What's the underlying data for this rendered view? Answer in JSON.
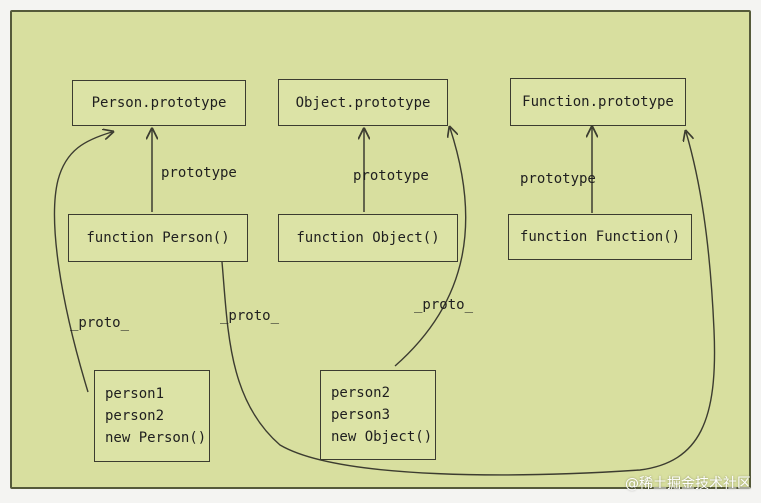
{
  "boxes": {
    "person_prototype": "Person.prototype",
    "object_prototype": "Object.prototype",
    "function_prototype": "Function.prototype",
    "function_person": "function Person()",
    "function_object": "function Object()",
    "function_function": "function Function()"
  },
  "instances_left": [
    "person1",
    "person2",
    "new Person()"
  ],
  "instances_right": [
    "person2",
    "person3",
    "new Object()"
  ],
  "edge_labels": {
    "prototype_1": "prototype",
    "prototype_2": "prototype",
    "prototype_3": "prototype",
    "proto_1": "_proto_",
    "proto_2": "_proto_",
    "proto_3": "_proto_"
  },
  "watermark": "@稀土掘金技术社区",
  "colors": {
    "background": "#d8df9f",
    "stroke": "#3c3c30"
  }
}
